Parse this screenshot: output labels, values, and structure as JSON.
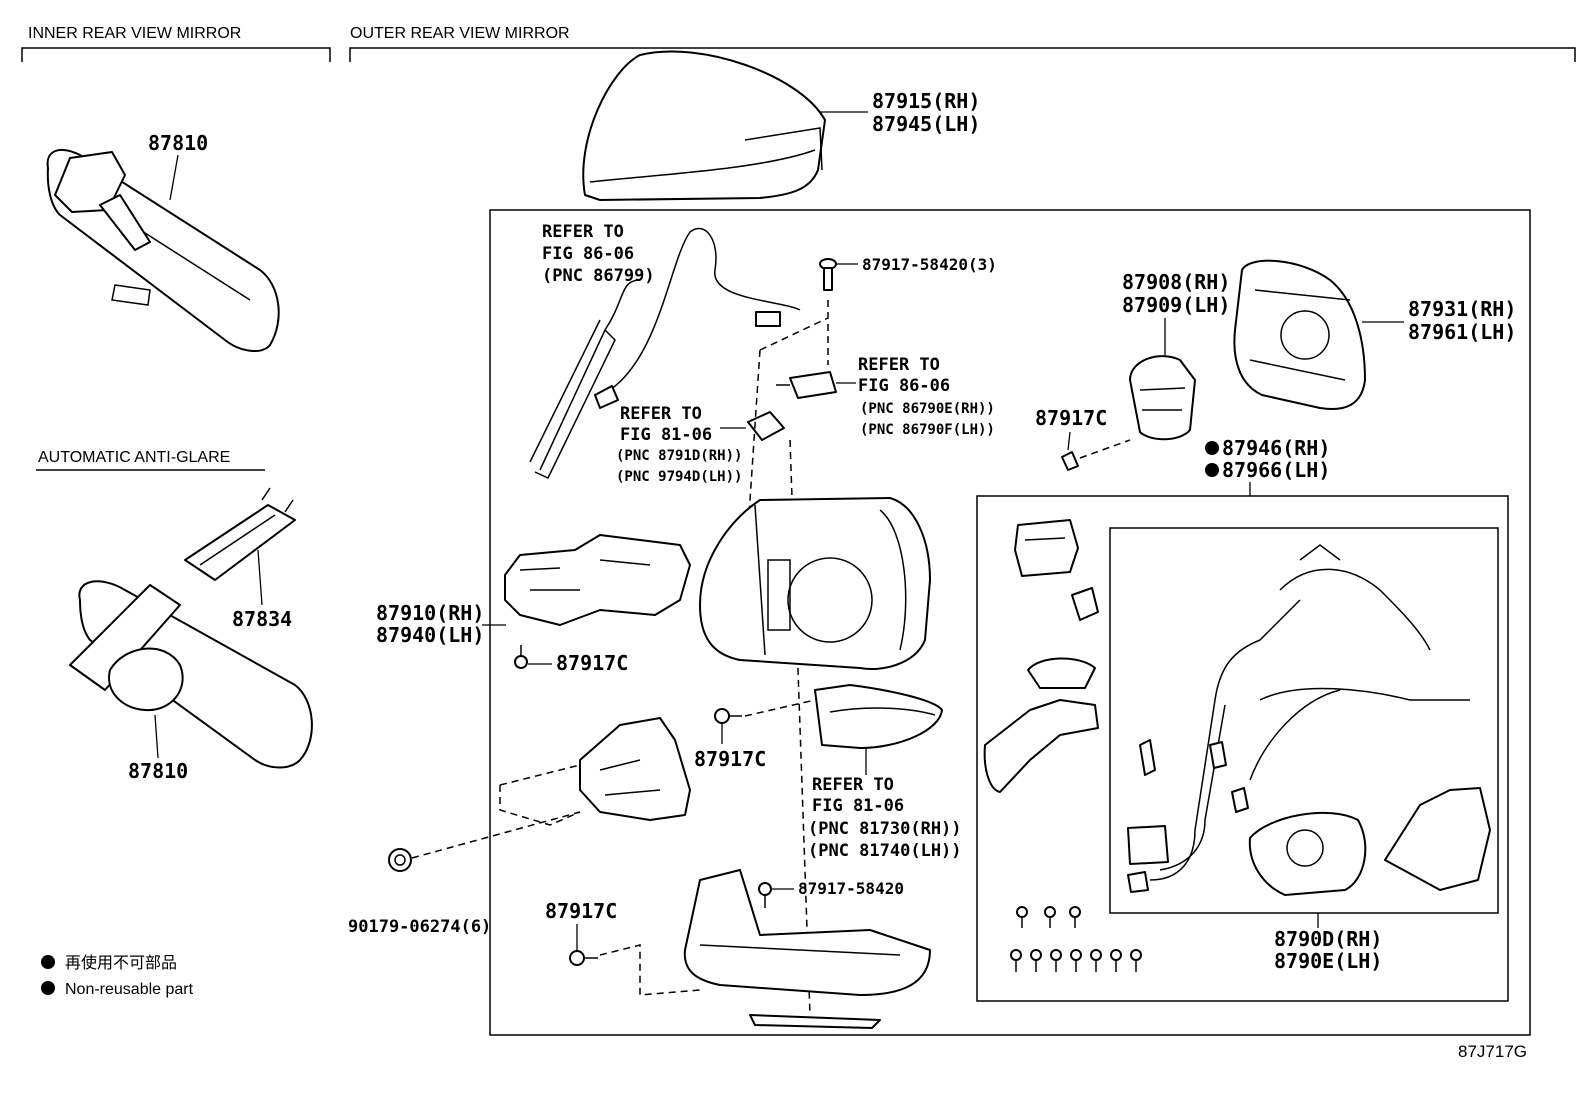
{
  "sections": {
    "inner": "INNER REAR VIEW MIRROR",
    "outer": "OUTER REAR VIEW MIRROR",
    "anti_glare": "AUTOMATIC ANTI-GLARE"
  },
  "labels": {
    "p87810_top": "87810",
    "p87810_bottom": "87810",
    "p87834": "87834",
    "p87915": "87915(RH)",
    "p87945": "87945(LH)",
    "p87917_58420_3": "87917-58420(3)",
    "p87908": "87908(RH)",
    "p87909": "87909(LH)",
    "p87931": "87931(RH)",
    "p87961": "87961(LH)",
    "p87917c_a": "87917C",
    "p87917c_b": "87917C",
    "p87917c_c": "87917C",
    "p87917c_d": "87917C",
    "p87946": "87946(RH)",
    "p87966": "87966(LH)",
    "p87910": "87910(RH)",
    "p87940": "87940(LH)",
    "p87917_58420": "87917-58420",
    "p90179": "90179-06274(6)",
    "p8790d": "8790D(RH)",
    "p8790e": "8790E(LH)",
    "figure_code": "87J717G"
  },
  "refs": {
    "r1": {
      "l1": "REFER TO",
      "l2": "FIG 86-06",
      "l3": "(PNC 86799)"
    },
    "r2": {
      "l1": "REFER TO",
      "l2": "FIG 86-06",
      "l3": "(PNC 86790E(RH))",
      "l4": "(PNC 86790F(LH))"
    },
    "r3": {
      "l1": "REFER TO",
      "l2": "FIG 81-06",
      "l3": "(PNC 8791D(RH))",
      "l4": "(PNC 9794D(LH))"
    },
    "r4": {
      "l1": "REFER TO",
      "l2": "FIG 81-06",
      "l3": "(PNC 81730(RH))",
      "l4": "(PNC 81740(LH))"
    }
  },
  "legend": {
    "jp": "再使用不可部品",
    "en": "Non-reusable part"
  }
}
